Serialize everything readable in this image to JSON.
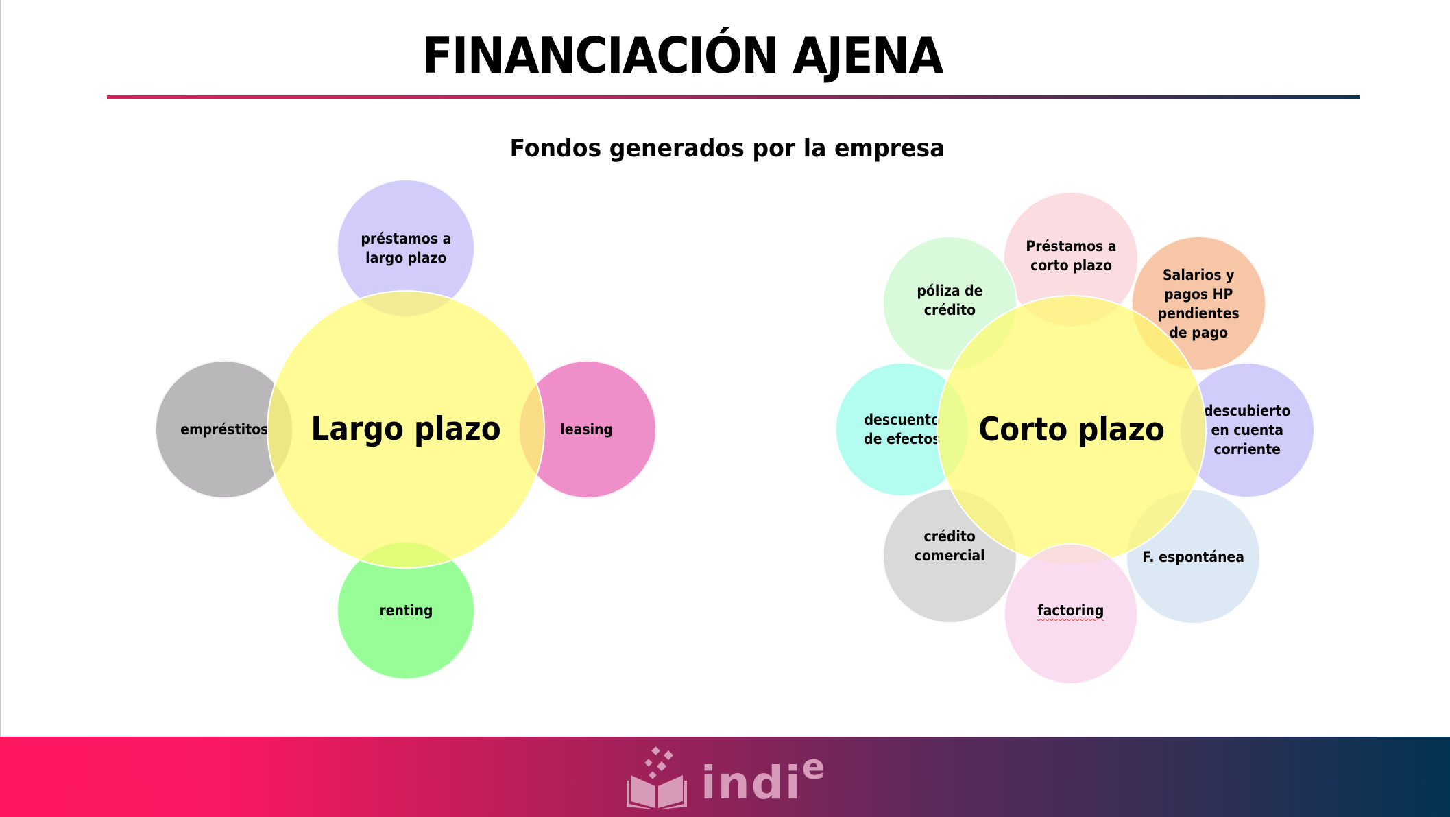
{
  "slide": {
    "title": "FINANCIACIÓN AJENA",
    "subtitle": "Fondos generados por la empresa"
  },
  "diagrams": {
    "long_term": {
      "hub": {
        "label": "Largo plazo",
        "color": "#fffb8a"
      },
      "satellites": [
        {
          "label": "préstamos a\nlargo plazo",
          "color": "#d1ccfa",
          "position": "top"
        },
        {
          "label": "leasing",
          "color": "#ef8fc9",
          "position": "right"
        },
        {
          "label": "renting",
          "color": "#97fd97",
          "position": "bottom"
        },
        {
          "label": "empréstitos",
          "color": "#b9b7b9",
          "position": "left"
        }
      ]
    },
    "short_term": {
      "hub": {
        "label": "Corto plazo",
        "color": "#fffb8a"
      },
      "satellites": [
        {
          "label": "Préstamos a\ncorto plazo",
          "color": "#fbdde1",
          "position": "top"
        },
        {
          "label": "Salarios y\npagos HP\npendientes\nde pago",
          "color": "#f6c6a6",
          "position": "top-right"
        },
        {
          "label": "descubierto\nen cuenta\ncorriente",
          "color": "#d1cdfa",
          "position": "right"
        },
        {
          "label": "F. espontánea",
          "color": "#dde8f5",
          "position": "bottom-right"
        },
        {
          "label": "factoring",
          "color": "#f8d8ee",
          "position": "bottom"
        },
        {
          "label": "crédito\ncomercial",
          "color": "#d9d9d9",
          "position": "bottom-left"
        },
        {
          "label": "descuento\nde efectos",
          "color": "#b3fdf0",
          "position": "left"
        },
        {
          "label": "póliza de\ncrédito",
          "color": "#d8fadb",
          "position": "top-left"
        }
      ]
    }
  },
  "footer": {
    "brand": "indi",
    "brand_superscript": "e",
    "logo_icon": "open-book-icon"
  }
}
